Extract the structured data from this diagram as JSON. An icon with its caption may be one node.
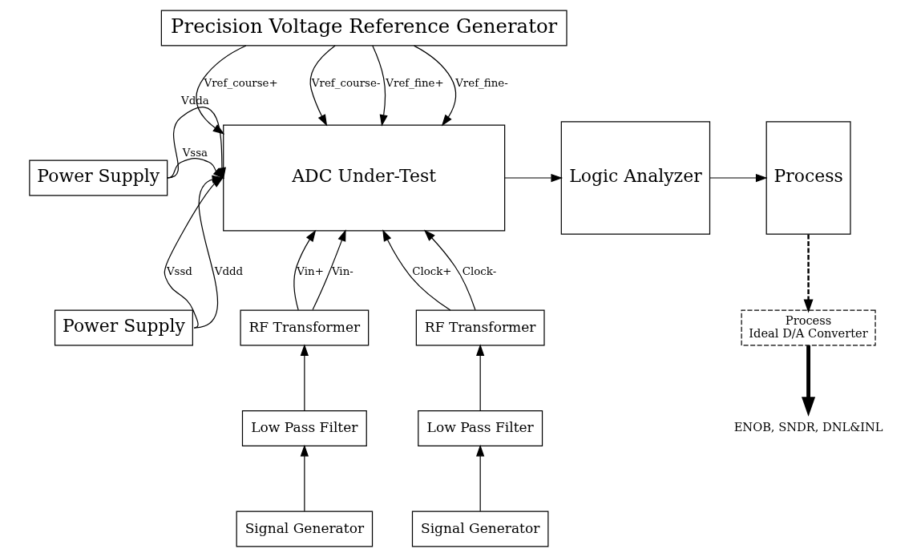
{
  "diagram": {
    "nodes": [
      {
        "text": [
          "Precision Voltage Reference Generator"
        ]
      },
      {
        "text": [
          "Power Supply"
        ]
      },
      {
        "text": [
          "Power Supply"
        ]
      },
      {
        "text": [
          "ADC Under-Test"
        ]
      },
      {
        "text": [
          "Logic Analyzer"
        ]
      },
      {
        "text": [
          "Process"
        ]
      },
      {
        "text": [
          "RF Transformer"
        ]
      },
      {
        "text": [
          "RF Transformer"
        ]
      },
      {
        "text": [
          "Low Pass Filter"
        ]
      },
      {
        "text": [
          "Low Pass Filter"
        ]
      },
      {
        "text": [
          "Signal Generator"
        ]
      },
      {
        "text": [
          "Signal Generator"
        ]
      },
      {
        "text": [
          "Process",
          "Ideal D/A Converter"
        ]
      },
      {
        "text": [
          "ENOB, SNDR, DNL&INL"
        ]
      }
    ],
    "edges": [
      {
        "from": 0,
        "to": 3,
        "arrow": "to",
        "label": "Vref_course+"
      },
      {
        "from": 0,
        "to": 3,
        "arrow": "to",
        "label": "Vref_course-"
      },
      {
        "from": 0,
        "to": 3,
        "arrow": "to",
        "label": "Vref_fine+"
      },
      {
        "from": 0,
        "to": 3,
        "arrow": "to",
        "label": "Vref_fine-"
      },
      {
        "from": 1,
        "to": 3,
        "arrow": "to",
        "label": "Vdda"
      },
      {
        "from": 1,
        "to": 3,
        "arrow": "to",
        "label": "Vssa"
      },
      {
        "from": 2,
        "to": 3,
        "arrow": "to",
        "label": "Vssd"
      },
      {
        "from": 2,
        "to": 3,
        "arrow": "to",
        "label": "Vddd"
      },
      {
        "from": 6,
        "to": 3,
        "arrow": "to",
        "label": "Vin+"
      },
      {
        "from": 6,
        "to": 3,
        "arrow": "to",
        "label": "Vin-"
      },
      {
        "from": 7,
        "to": 3,
        "arrow": "to",
        "label": "Clock+"
      },
      {
        "from": 7,
        "to": 3,
        "arrow": "to",
        "label": "Clock-"
      },
      {
        "from": 8,
        "to": 6,
        "arrow": "to"
      },
      {
        "from": 9,
        "to": 7,
        "arrow": "to"
      },
      {
        "from": 10,
        "to": 8,
        "arrow": "to"
      },
      {
        "from": 11,
        "to": 9,
        "arrow": "to"
      },
      {
        "from": 3,
        "to": 4,
        "arrow": "to"
      },
      {
        "from": 4,
        "to": 5,
        "arrow": "to"
      },
      {
        "from": 5,
        "to": 12,
        "arrow": "to",
        "style": "dashed"
      },
      {
        "from": 12,
        "to": 13,
        "arrow": "to",
        "style": "thick"
      }
    ]
  }
}
